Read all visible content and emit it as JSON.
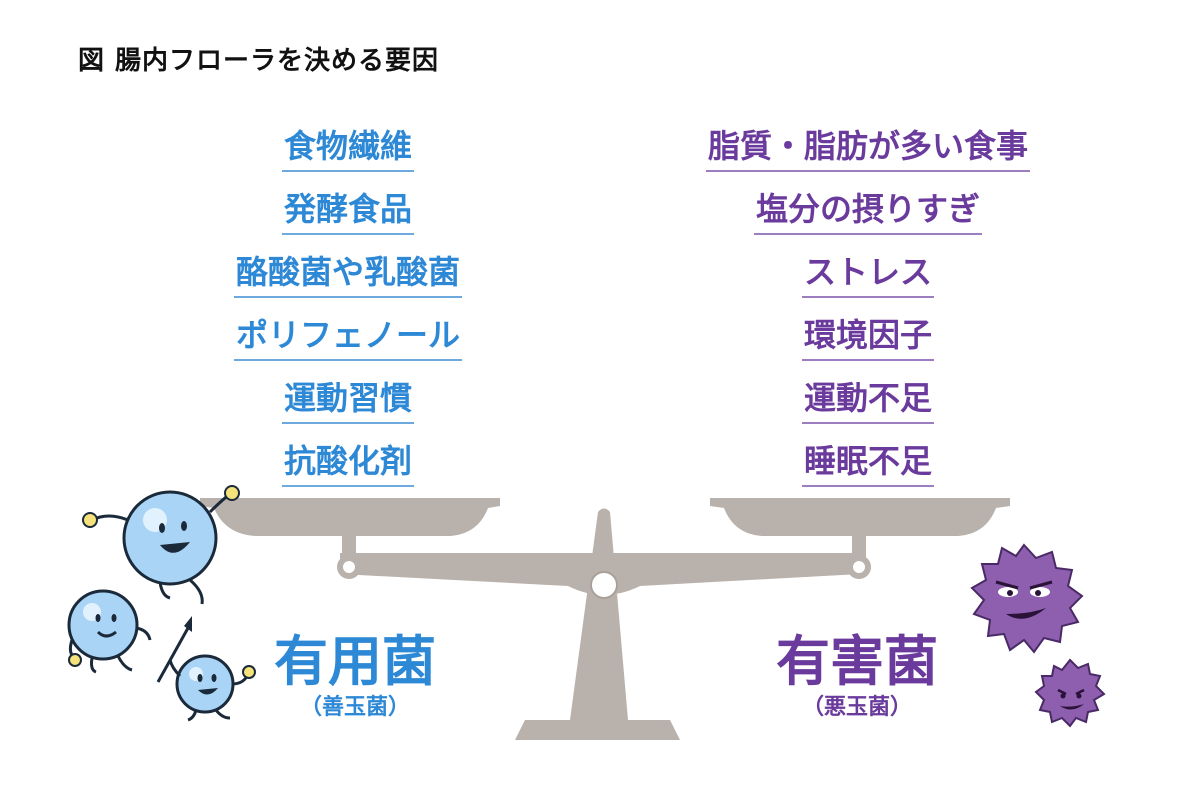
{
  "figure": {
    "title": "図 腸内フローラを決める要因"
  },
  "good_factors": [
    "食物繊維",
    "発酵食品",
    "酪酸菌や乳酸菌",
    "ポリフェノール",
    "運動習慣",
    "抗酸化剤"
  ],
  "bad_factors": [
    "脂質・脂肪が多い食事",
    "塩分の摂りすぎ",
    "ストレス",
    "環境因子",
    "運動不足",
    "睡眠不足"
  ],
  "good_side": {
    "label": "有用菌",
    "sublabel": "（善玉菌）"
  },
  "bad_side": {
    "label": "有害菌",
    "sublabel": "（悪玉菌）"
  },
  "colors": {
    "good": "#2d88d6",
    "bad": "#6a3a9c",
    "scale": "#b9b1ab",
    "good_bacteria": "#a9d4f5",
    "bad_bacteria": "#8d5fae"
  }
}
